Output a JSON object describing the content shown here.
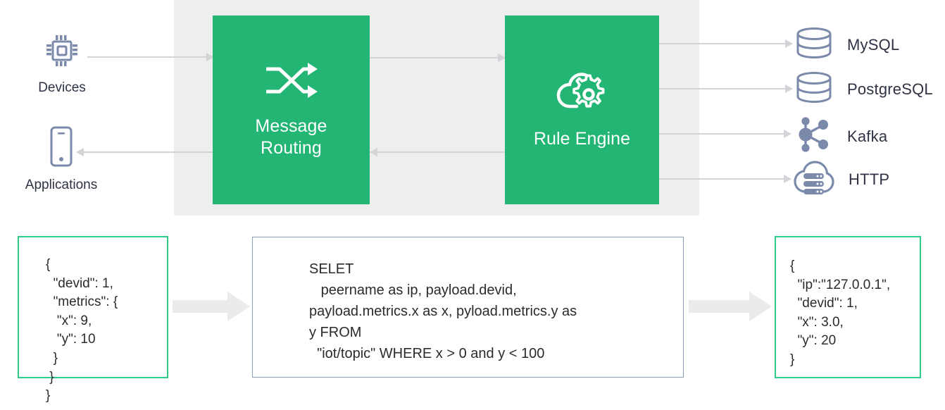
{
  "diagram": {
    "title": "EMQX message routing and rule engine data flow",
    "colors": {
      "accent_green": "#22b573",
      "border_green": "#2ecc87",
      "icon_slate": "#7b8aab",
      "text_dark": "#2e3244",
      "panel_grey": "#eeeeee",
      "line_grey": "#d3d4d8",
      "fat_arrow_grey": "#ebebeb",
      "border_blue": "#8e9bbd"
    }
  },
  "sources": [
    {
      "label": "Devices",
      "icon": "chip-icon"
    },
    {
      "label": "Applications",
      "icon": "smartphone-icon"
    }
  ],
  "processes": [
    {
      "label": "Message\nRouting",
      "icon": "shuffle-icon"
    },
    {
      "label": "Rule Engine",
      "icon": "cloud-gear-icon"
    }
  ],
  "sinks": [
    {
      "label": "MySQL",
      "icon": "database-icon"
    },
    {
      "label": "PostgreSQL",
      "icon": "database-icon"
    },
    {
      "label": "Kafka",
      "icon": "kafka-nodes-icon"
    },
    {
      "label": "HTTP",
      "icon": "cloud-server-icon"
    }
  ],
  "code": {
    "input_payload": "{\n  \"devid\": 1,\n  \"metrics\": {\n   \"x\": 9,\n   \"y\": 10\n  }\n }\n}",
    "sql_rule": "SELET\n   peername as ip, payload.devid,\npayload.metrics.x as x, pyload.metrics.y as\ny FROM\n  \"iot/topic\" WHERE x > 0 and y < 100",
    "output_payload": "{\n  \"ip\":\"127.0.0.1\",\n  \"devid\": 1,\n  \"x\": 3.0,\n  \"y\": 20\n}"
  }
}
